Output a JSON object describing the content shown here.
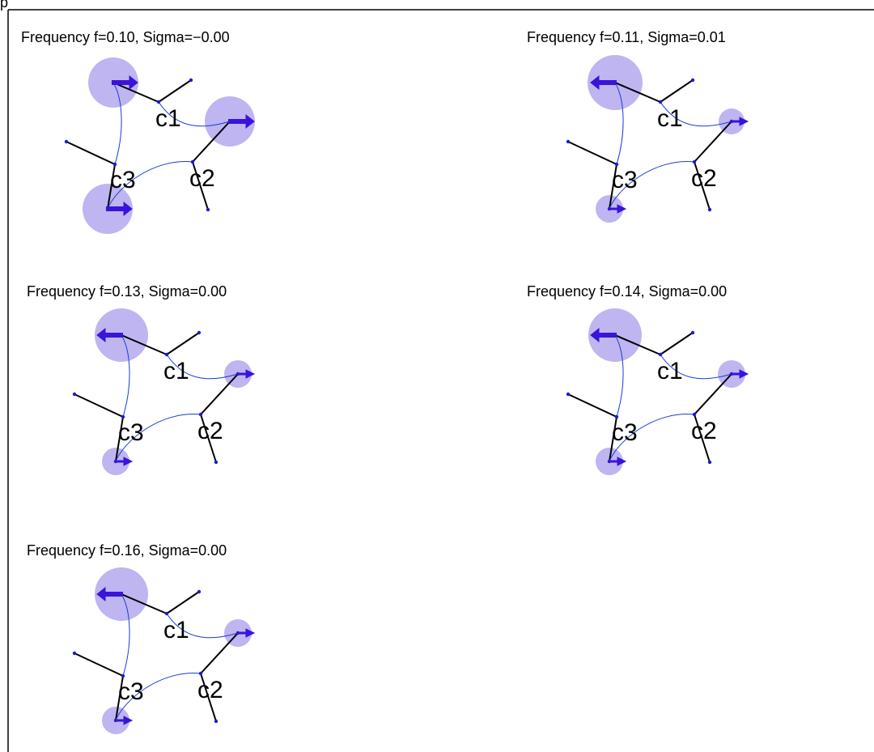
{
  "page": {
    "corner_text": "p"
  },
  "panels": [
    {
      "caption": "Frequency f=0.10, Sigma=−0.00",
      "amps": [
        {
          "node": "top_left",
          "r": 31,
          "dir": "right"
        },
        {
          "node": "right",
          "r": 31,
          "dir": "right"
        },
        {
          "node": "bottom_left",
          "r": 31,
          "dir": "right"
        }
      ]
    },
    {
      "caption": "Frequency f=0.11, Sigma=0.01",
      "amps": [
        {
          "node": "top_left",
          "r": 34,
          "dir": "left"
        },
        {
          "node": "right",
          "r": 16,
          "dir": "right"
        },
        {
          "node": "bottom_left",
          "r": 17,
          "dir": "right"
        }
      ]
    },
    {
      "caption": "Frequency f=0.13, Sigma=0.00",
      "amps": [
        {
          "node": "top_left",
          "r": 33,
          "dir": "left"
        },
        {
          "node": "right",
          "r": 17,
          "dir": "right"
        },
        {
          "node": "bottom_left",
          "r": 17,
          "dir": "right"
        }
      ]
    },
    {
      "caption": "Frequency f=0.14, Sigma=0.00",
      "amps": [
        {
          "node": "top_left",
          "r": 33,
          "dir": "left"
        },
        {
          "node": "right",
          "r": 17,
          "dir": "right"
        },
        {
          "node": "bottom_left",
          "r": 17,
          "dir": "right"
        }
      ]
    },
    {
      "caption": "Frequency f=0.16, Sigma=0.00",
      "amps": [
        {
          "node": "top_left",
          "r": 33,
          "dir": "left"
        },
        {
          "node": "right",
          "r": 17,
          "dir": "right"
        },
        {
          "node": "bottom_left",
          "r": 17,
          "dir": "right"
        }
      ]
    }
  ],
  "node_labels": {
    "c1": "c1",
    "c2": "c2",
    "c3": "c3"
  },
  "colors": {
    "amplitude_fill": "#b3a8ee",
    "arrow": "#3a14d8",
    "mode_line": "#1a3cd6",
    "structure": "#000000"
  }
}
